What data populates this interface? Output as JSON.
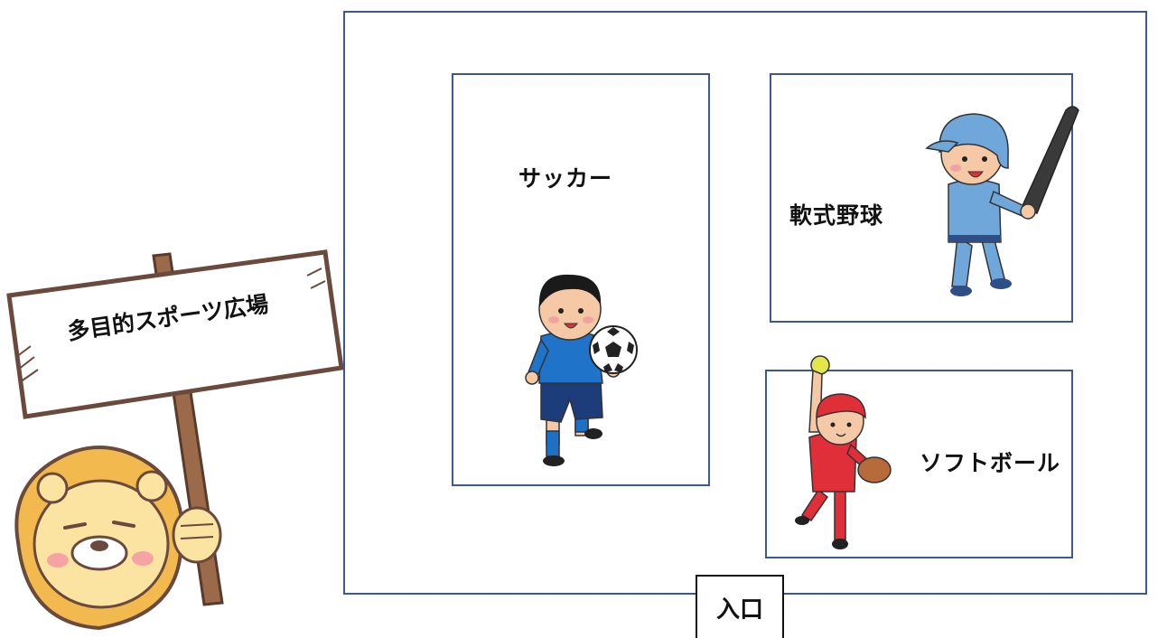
{
  "sign": {
    "text": "多目的スポーツ広場"
  },
  "zones": {
    "soccer": "サッカー",
    "baseball": "軟式野球",
    "softball": "ソフトボール"
  },
  "entrance": {
    "label": "入口"
  },
  "icons": [
    "lion-mascot-icon",
    "signboard-icon",
    "soccer-player-icon",
    "soccer-ball-icon",
    "baseball-batter-icon",
    "softball-pitcher-icon"
  ],
  "colors": {
    "zone_border": "#3b5a8c",
    "entrance_border": "#111111",
    "sign_frame": "#6b4a3e",
    "lion_mane": "#f2b94f",
    "lion_face": "#fbe3a1"
  }
}
